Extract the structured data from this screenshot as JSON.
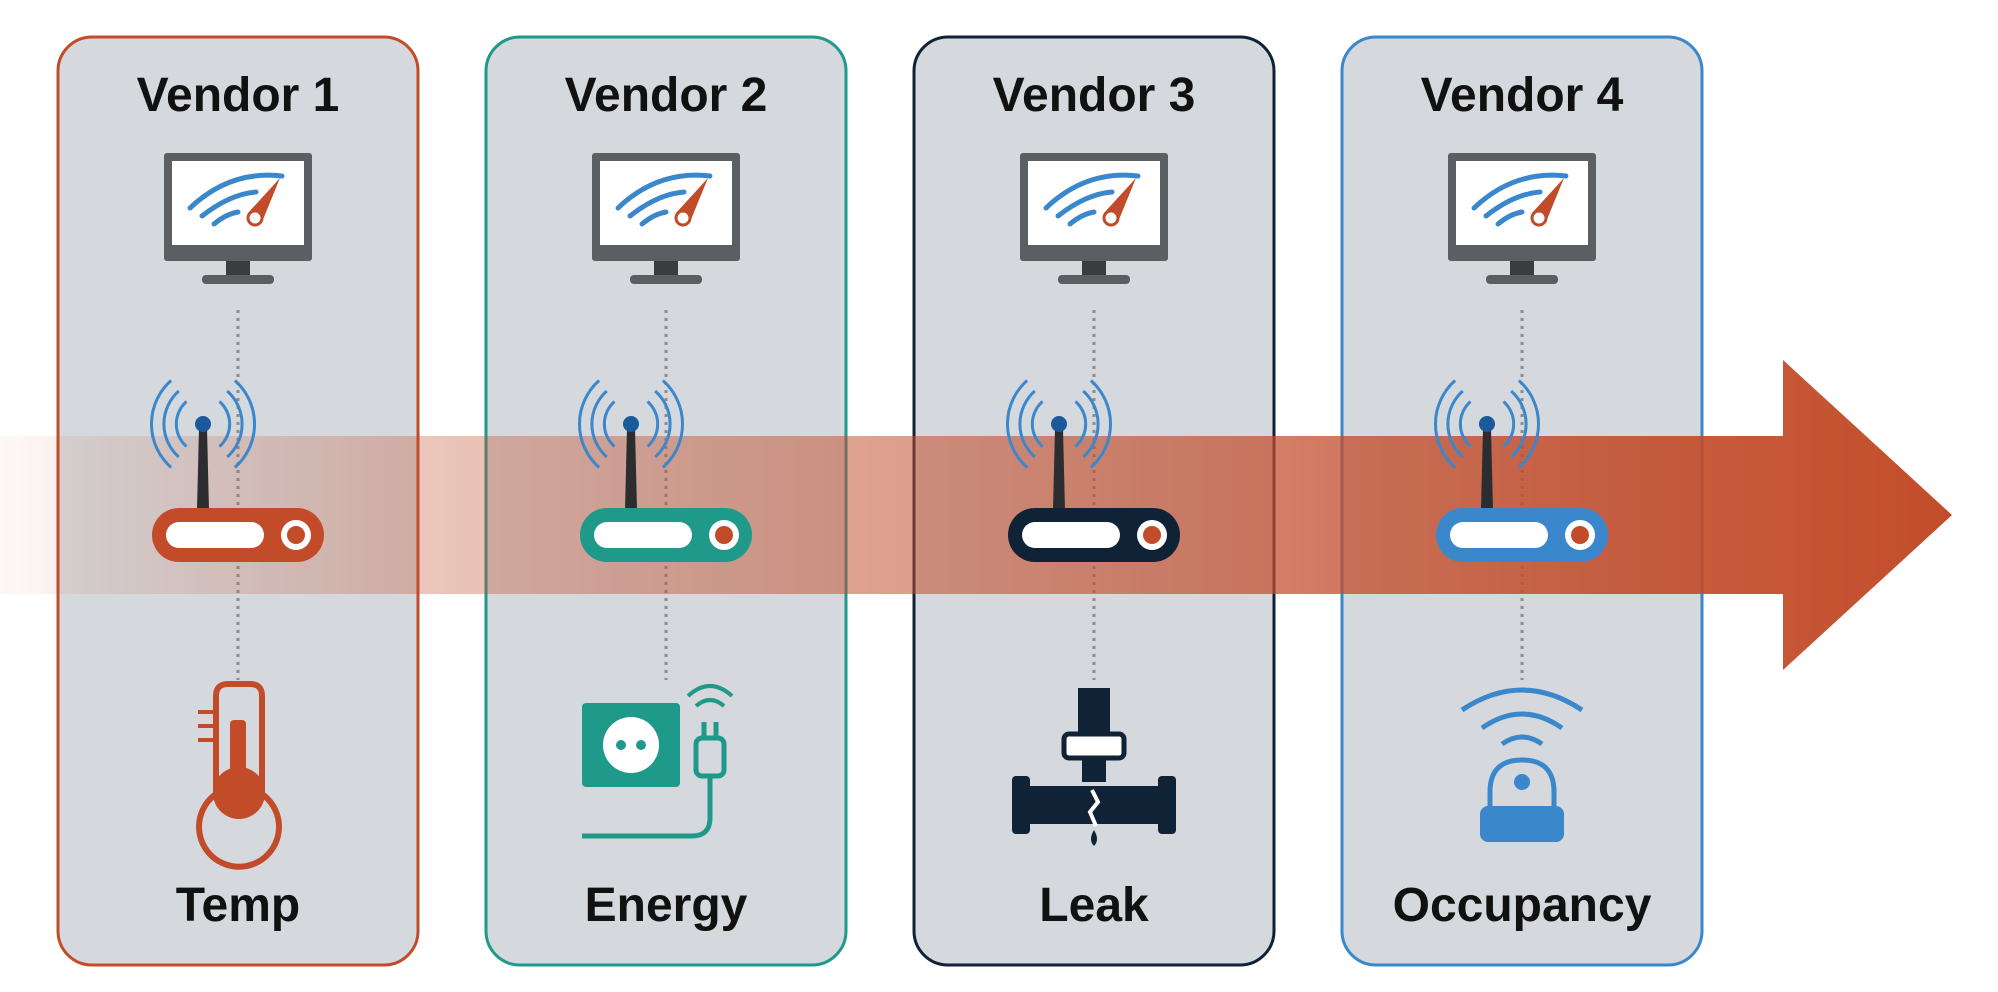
{
  "colors": {
    "panel_fill": "#d5d8dc",
    "vendor_1": "#c24c2a",
    "vendor_2": "#1f9a8a",
    "vendor_3": "#0f2236",
    "vendor_4": "#3b87cc",
    "arrow": "#c24c2a",
    "monitor": "#5c5f62",
    "signal_blue": "#3b87cc"
  },
  "vendors": [
    {
      "title": "Vendor 1",
      "sensor_label": "Temp",
      "sensor_icon": "thermometer-icon",
      "color_key": "vendor_1"
    },
    {
      "title": "Vendor 2",
      "sensor_label": "Energy",
      "sensor_icon": "power-plug-icon",
      "color_key": "vendor_2"
    },
    {
      "title": "Vendor 3",
      "sensor_label": "Leak",
      "sensor_icon": "pipe-leak-icon",
      "color_key": "vendor_3"
    },
    {
      "title": "Vendor 4",
      "sensor_label": "Occupancy",
      "sensor_icon": "presence-sensor-icon",
      "color_key": "vendor_4"
    }
  ],
  "icons": {
    "top": "monitor-gauge-icon",
    "middle": "wireless-router-icon",
    "flow": "right-arrow-icon"
  }
}
